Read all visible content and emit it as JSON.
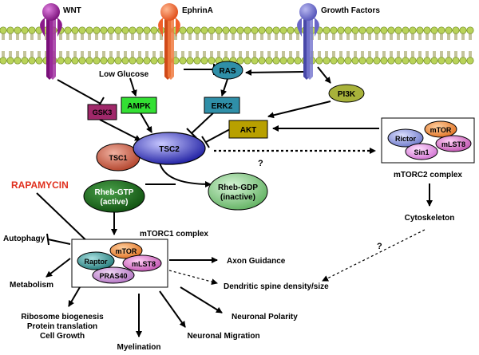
{
  "receptors": {
    "wnt": "WNT",
    "ephrin": "EphrinA",
    "growth": "Growth Factors"
  },
  "nodes": {
    "low_glucose": "Low Glucose",
    "ras": "RAS",
    "ampk": "AMPK",
    "erk2": "ERK2",
    "pi3k": "PI3K",
    "gsk3": "GSK3",
    "akt": "AKT",
    "tsc1": "TSC1",
    "tsc2": "TSC2",
    "rheb_gtp": "Rheb-GTP",
    "rheb_gtp_state": "(active)",
    "rheb_gdp": "Rheb-GDP",
    "rheb_gdp_state": "(inactive)",
    "rapamycin": "RAPAMYCIN",
    "question_1": "?",
    "question_2": "?"
  },
  "mtorc2": {
    "title": "mTORC2 complex",
    "mtor": "mTOR",
    "rictor": "Rictor",
    "mlst8": "mLST8",
    "sin1": "Sin1",
    "cytoskeleton": "Cytoskeleton"
  },
  "mtorc1": {
    "title": "mTORC1 complex",
    "mtor": "mTOR",
    "raptor": "Raptor",
    "mlst8": "mLST8",
    "pras40": "PRAS40"
  },
  "outputs": {
    "autophagy": "Autophagy",
    "metabolism": "Metabolism",
    "ribosome": "Ribosome biogenesis",
    "protein": "Protein translation",
    "growth": "Cell Growth",
    "myelination": "Myelination",
    "migration": "Neuronal Migration",
    "polarity": "Neuronal Polarity",
    "axon": "Axon Guidance",
    "spine": "Dendritic spine density/size"
  },
  "colors": {
    "wnt": "#8b1a8b",
    "ephrin": "#f0602a",
    "growth": "#6a66c8",
    "membrane": "#b9d35a",
    "ras": "#2f8fa8",
    "ampk": "#33e033",
    "erk2": "#2f8fa8",
    "pi3k": "#a8b23a",
    "gsk3": "#a0286a",
    "akt": "#b8a000",
    "tsc1": "#c05038",
    "tsc2": "#2a2ab0",
    "rheb_gtp": "#1a6e1a",
    "rheb_gdp": "#7fc77f",
    "rapamycin": "#e0301e",
    "mtor": "#e8823a",
    "raptor": "#2f8f8f",
    "mlst8": "#d070c0",
    "pras40": "#c080c8",
    "rictor": "#7a86d0",
    "sin1": "#d888d8"
  }
}
